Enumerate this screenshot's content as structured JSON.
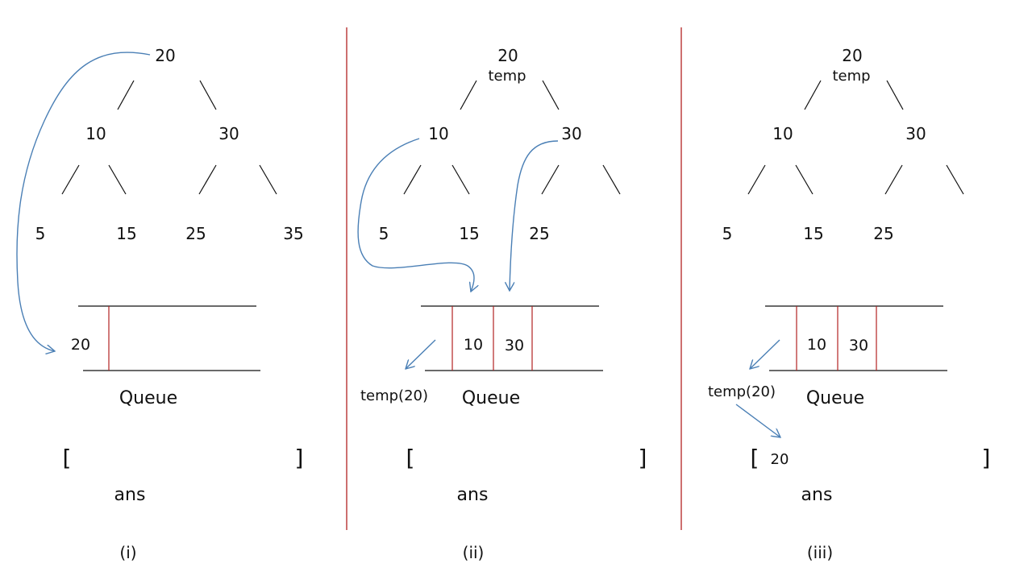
{
  "colors": {
    "ink": "#111111",
    "divider": "#b22222",
    "arrow": "#4a7fb5"
  },
  "panels": [
    {
      "caption": "(i)",
      "tree": {
        "root": "20",
        "root_note": "",
        "l": "10",
        "r": "30",
        "ll": "5",
        "lr": "15",
        "rl": "25",
        "rr": "35"
      },
      "queue_label": "Queue",
      "queue_cells": [
        "20"
      ],
      "temp_label": "",
      "ans_label": "ans",
      "ans_open": "[",
      "ans_close": "]",
      "ans_values": ""
    },
    {
      "caption": "(ii)",
      "tree": {
        "root": "20",
        "root_note": "temp",
        "l": "10",
        "r": "30",
        "ll": "5",
        "lr": "15",
        "rl": "25",
        "rr": ""
      },
      "queue_label": "Queue",
      "queue_cells": [
        "10",
        "30"
      ],
      "temp_label": "temp(20)",
      "ans_label": "ans",
      "ans_open": "[",
      "ans_close": "]",
      "ans_values": ""
    },
    {
      "caption": "(iii)",
      "tree": {
        "root": "20",
        "root_note": "temp",
        "l": "10",
        "r": "30",
        "ll": "5",
        "lr": "15",
        "rl": "25",
        "rr": ""
      },
      "queue_label": "Queue",
      "queue_cells": [
        "10",
        "30"
      ],
      "temp_label": "temp(20)",
      "ans_label": "ans",
      "ans_open": "[",
      "ans_close": "]",
      "ans_values": "20"
    }
  ]
}
